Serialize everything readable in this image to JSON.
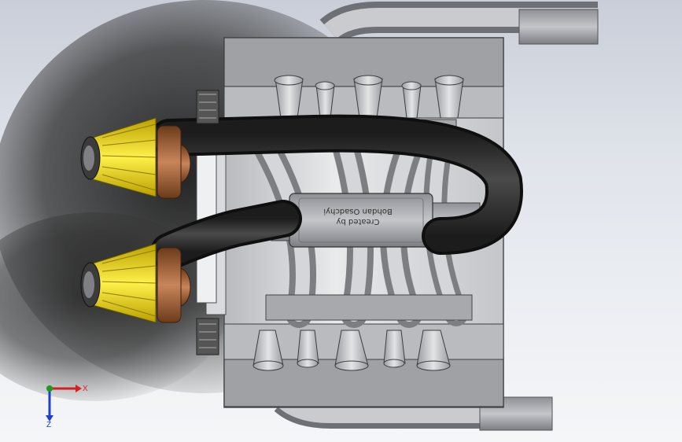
{
  "model": {
    "engraving": {
      "line1": "Created by",
      "line2": "Bohdan Osadchyi"
    }
  },
  "triad": {
    "x_label": "X",
    "z_label": "Z",
    "colors": {
      "x": "#d42020",
      "y": "#1c9a1c",
      "z": "#1f3fcf"
    }
  }
}
